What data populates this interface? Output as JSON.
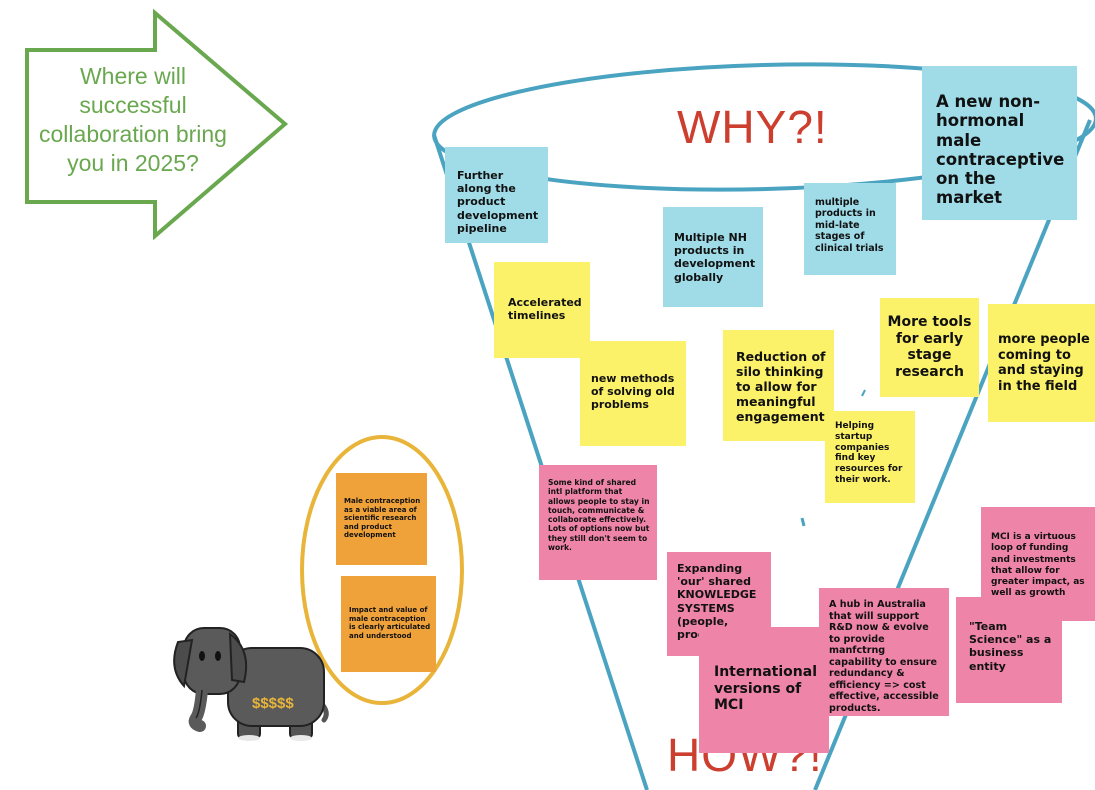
{
  "arrow_text": "Where will successful collaboration bring you in 2025?",
  "why_label": "WHY?!",
  "how_label": "HOW?!",
  "elephant_label": "$$$$$",
  "notes": {
    "further_along": "Further along the product development pipeline",
    "new_nonhormonal": "A new non-hormonal male contraceptive on the market",
    "multiple_nh": "Multiple NH products in development globally",
    "multiple_products": "multiple products in mid-late stages of clinical trials",
    "accelerated": "Accelerated timelines",
    "new_methods": "new methods of solving old problems",
    "reduction_silo": "Reduction of silo thinking to allow for meaningful engagement",
    "more_tools": "More tools for early stage research",
    "more_people": "more people coming to and staying in the field",
    "helping_startup": "Helping startup companies find key resources for their work.",
    "shared_platform": "Some kind of shared intl platform that allows people to stay in touch, communicate & collaborate effectively. Lots of options now but they still don't seem to work.",
    "expanding_knowledge": "Expanding 'our' shared KNOWLEDGE SYSTEMS (people, process, IP)",
    "international_versions": "International versions of MCI",
    "hub_australia": "A hub in Australia that will support R&D now & evolve to provide manfctrng capability to ensure redundancy & efficiency => cost effective, accessible products.",
    "mci_virtuous": "MCI is a virtuous loop of funding and investments that allow for greater impact, as well as growth",
    "team_science": "\"Team Science\" as a business entity",
    "male_contraception": "Male contraception as a viable area of scientific research and product development",
    "impact_value": "Impact and value of male contraception is clearly articulated and understood"
  },
  "colors": {
    "arrow": "#6aa84f",
    "funnel": "#4aa3c0",
    "accent_red": "#cc3e2e",
    "ellipse": "#e8b43a",
    "note_blue": "#9fdce8",
    "note_yellow": "#fbf26a",
    "note_pink": "#ee85a8",
    "note_orange": "#efa23a",
    "elephant": "#545454"
  }
}
